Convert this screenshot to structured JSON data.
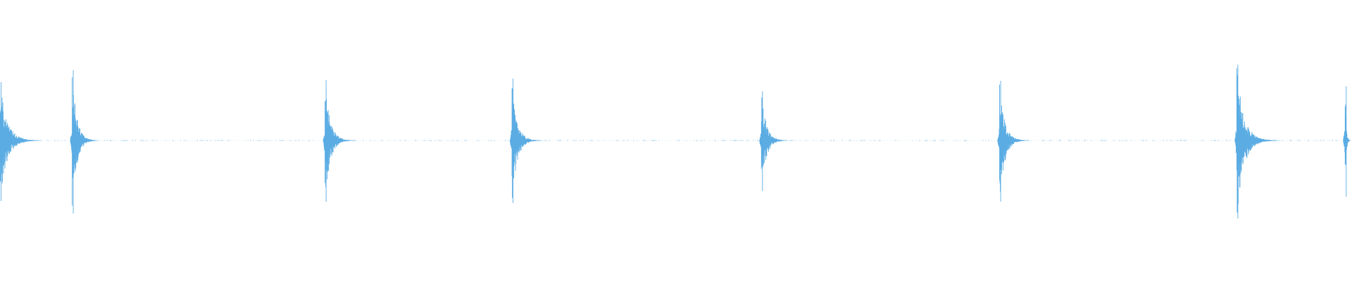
{
  "waveform": {
    "color": "#5aace3",
    "duration_ms": 27700,
    "baseline_level": 0.0,
    "onsets": [
      {
        "time_ms": 0,
        "peak_up": 0.83,
        "peak_down": 0.86,
        "decay_ms": 1100
      },
      {
        "time_ms": 1480,
        "peak_up": 1.0,
        "peak_down": 1.04,
        "decay_ms": 700
      },
      {
        "time_ms": 6660,
        "peak_up": 0.86,
        "peak_down": 0.87,
        "decay_ms": 800
      },
      {
        "time_ms": 10490,
        "peak_up": 0.88,
        "peak_down": 0.89,
        "decay_ms": 800
      },
      {
        "time_ms": 15600,
        "peak_up": 0.7,
        "peak_down": 0.72,
        "decay_ms": 750
      },
      {
        "time_ms": 20480,
        "peak_up": 0.85,
        "peak_down": 0.87,
        "decay_ms": 800
      },
      {
        "time_ms": 25340,
        "peak_up": 1.08,
        "peak_down": 1.11,
        "decay_ms": 1100
      },
      {
        "time_ms": 27560,
        "peak_up": 0.77,
        "peak_down": 0.8,
        "decay_ms": 150
      }
    ],
    "noise_level": 0.008
  }
}
